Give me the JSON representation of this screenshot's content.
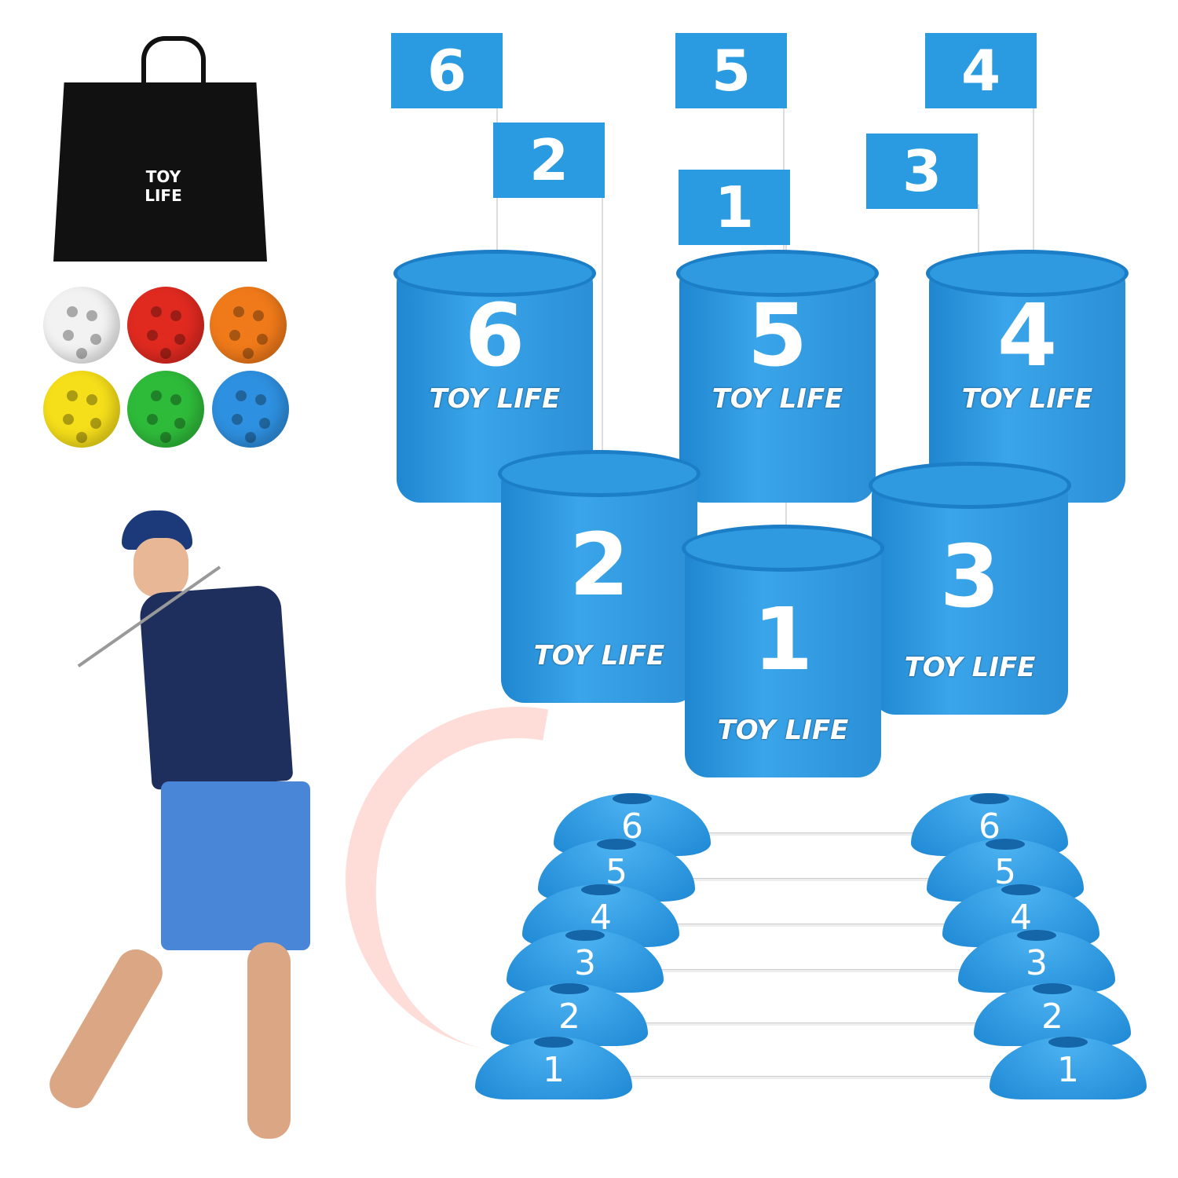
{
  "brand": "TOY LIFE",
  "flags": [
    "6",
    "5",
    "4",
    "2",
    "1",
    "3"
  ],
  "buckets": [
    "6",
    "5",
    "4",
    "2",
    "3",
    "1"
  ],
  "cones": [
    "6",
    "5",
    "4",
    "3",
    "2",
    "1"
  ],
  "ball_colors": [
    "#f2f2f2",
    "#e02a20",
    "#f07a1a",
    "#f5de1a",
    "#2fbb3a",
    "#2e90e0"
  ],
  "accent": "#2a9be0"
}
